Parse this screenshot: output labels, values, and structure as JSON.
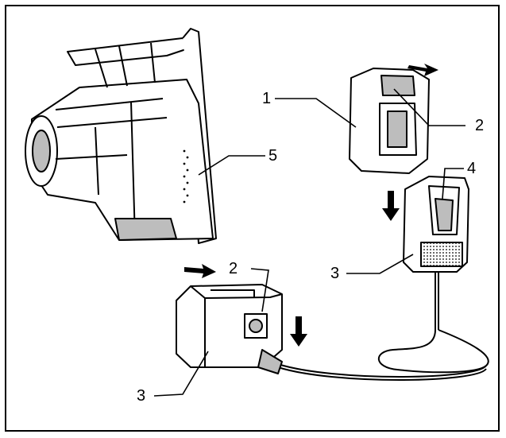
{
  "callouts": {
    "c1": "1",
    "c2_top": "2",
    "c2_bottom": "2",
    "c3_right": "3",
    "c3_bottom": "3",
    "c4": "4",
    "c5": "5"
  },
  "colors": {
    "line": "#000000",
    "background": "#ffffff",
    "shade": "#bdbdbd"
  }
}
